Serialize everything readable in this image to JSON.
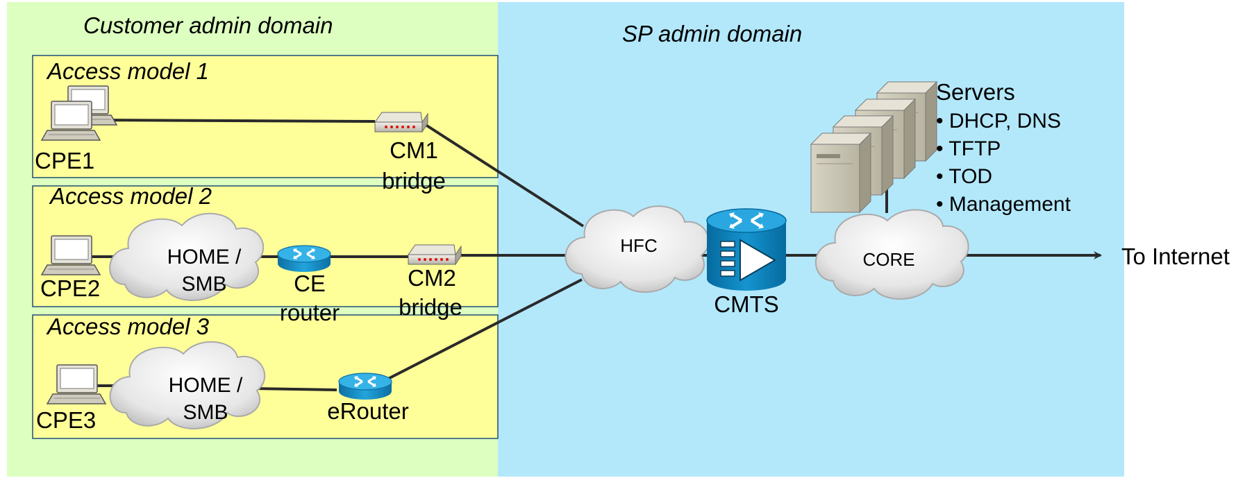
{
  "domains": {
    "customer": "Customer admin domain",
    "sp": "SP admin domain"
  },
  "access_models": [
    {
      "title": "Access model 1",
      "cpe": "CPE1",
      "cm_line1": "CM1",
      "cm_line2": "bridge"
    },
    {
      "title": "Access model 2",
      "cpe": "CPE2",
      "cloud_line1": "HOME /",
      "cloud_line2": "SMB",
      "router_line1": "CE",
      "router_line2": "router",
      "cm_line1": "CM2",
      "cm_line2": "bridge"
    },
    {
      "title": "Access model 3",
      "cpe": "CPE3",
      "cloud_line1": "HOME /",
      "cloud_line2": "SMB",
      "router_line1": "eRouter"
    }
  ],
  "hfc": "HFC",
  "cmts": "CMTS",
  "core": "CORE",
  "servers": {
    "title": "Servers",
    "items": [
      "• DHCP, DNS",
      "• TFTP",
      "• TOD",
      "• Management"
    ]
  },
  "internet": "To Internet",
  "colors": {
    "customer_bg": "#ddffc0",
    "sp_bg": "#b3e8fb",
    "access_box": "#ffff99",
    "access_border": "#1f4e79",
    "line": "#2a2a2a",
    "router_blue": "#1a8fc4",
    "cmts_blue": "#0a7ab5"
  }
}
